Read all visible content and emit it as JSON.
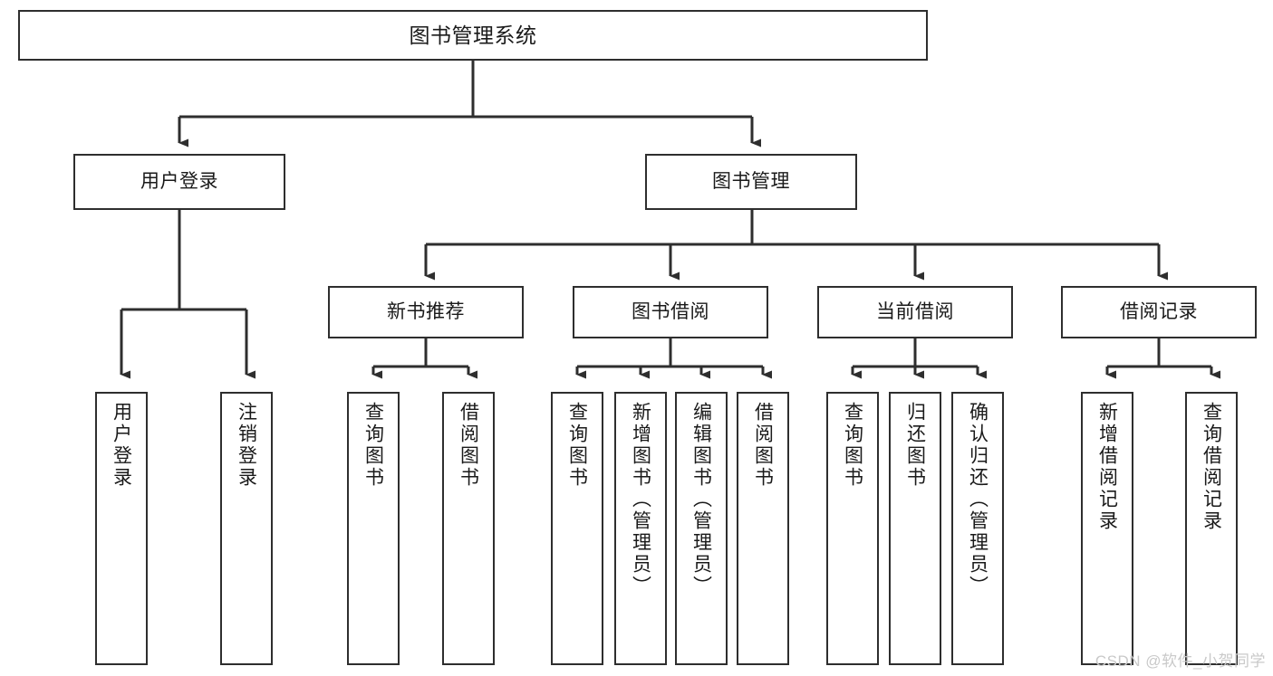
{
  "diagram": {
    "title": "图书管理系统",
    "type": "tree-hierarchy-chart",
    "watermark": "CSDN @软件_小贺同学",
    "line_color": "#2e2e2e",
    "box_fill": "#ffffff",
    "text_color": "#1a1a1a",
    "watermark_color": "#c9c9c9"
  },
  "nodes": {
    "root": {
      "label": "图书管理系统"
    },
    "level2": [
      {
        "label": "用户登录"
      },
      {
        "label": "图书管理"
      }
    ],
    "level3": [
      {
        "label": "新书推荐"
      },
      {
        "label": "图书借阅"
      },
      {
        "label": "当前借阅"
      },
      {
        "label": "借阅记录"
      }
    ],
    "leaves": [
      {
        "label": "用户登录"
      },
      {
        "label": "注销登录"
      },
      {
        "label": "查询图书"
      },
      {
        "label": "借阅图书"
      },
      {
        "label": "查询图书"
      },
      {
        "label": "新增图书（管理员）"
      },
      {
        "label": "编辑图书（管理员）"
      },
      {
        "label": "借阅图书"
      },
      {
        "label": "查询图书"
      },
      {
        "label": "归还图书"
      },
      {
        "label": "确认归还（管理员）"
      },
      {
        "label": "新增借阅记录"
      },
      {
        "label": "查询借阅记录"
      }
    ]
  }
}
